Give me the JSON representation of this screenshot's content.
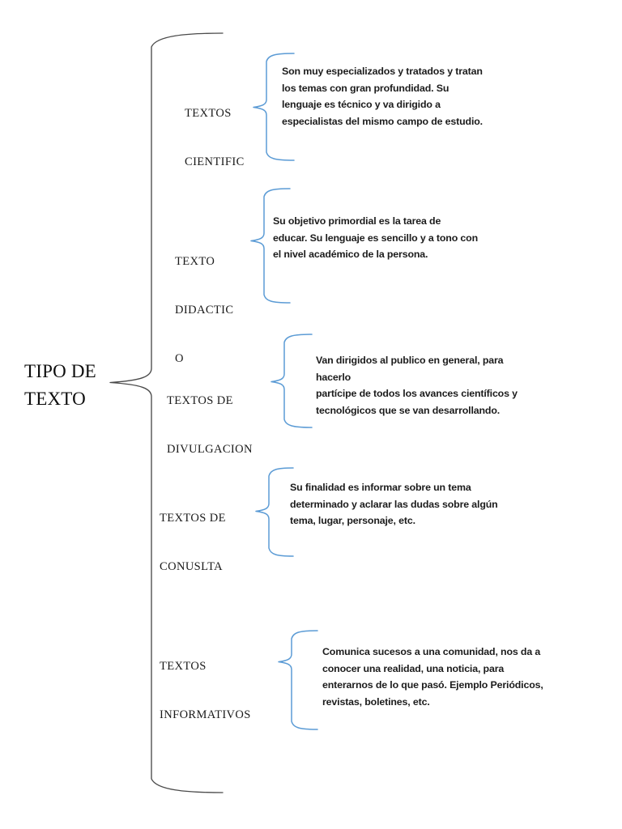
{
  "document": {
    "title": "TIPO DE TEXTO",
    "type": "concept-map-brace-diagram",
    "root_label": "TIPO DE\nTEXTO",
    "root_label_lines": [
      "TIPO DE",
      "TEXTO"
    ],
    "page_background": "#ffffff",
    "main_brace_color": "#3f3f3f",
    "sub_brace_color": "#5b9bd5",
    "heading_text_color": "#1a1a1a",
    "body_text_color": "#1c1c1c"
  },
  "branches": [
    {
      "id": "cientificos",
      "heading": "TEXTOS\nCIENTIFIC",
      "heading_lines": [
        "TEXTOS",
        "CIENTIFIC"
      ],
      "body": "Son muy especializados y tratados y tratan los temas con gran profundidad. Su lenguaje es técnico y va dirigido a especialistas del mismo campo de estudio.",
      "body_lines": [
        "Son muy especializados y tratados y tratan",
        "los temas con gran profundidad. Su",
        "lenguaje es técnico y va dirigido a",
        "especialistas del mismo campo de estudio."
      ]
    },
    {
      "id": "didactico",
      "heading": "TEXTO\nDIDACTIC\nO",
      "heading_lines": [
        "TEXTO",
        "DIDACTIC",
        "O"
      ],
      "body": "Su objetivo primordial es la tarea de educar. Su lenguaje es sencillo y a tono con el nivel académico de la persona.",
      "body_lines": [
        "Su objetivo primordial es la tarea de",
        "educar. Su lenguaje es sencillo y a tono con",
        "el nivel académico de la persona."
      ]
    },
    {
      "id": "divulgacion",
      "heading": "TEXTOS DE\nDIVULGACION",
      "heading_lines": [
        "TEXTOS DE",
        "DIVULGACION"
      ],
      "body": "Van dirigidos al publico en general, para hacerlo partícipe de todos los avances científicos y tecnológicos que se van desarrollando.",
      "body_lines": [
        "Van dirigidos al publico en general, para hacerlo",
        "partícipe de todos los avances científicos y",
        "tecnológicos que se van desarrollando."
      ]
    },
    {
      "id": "consulta",
      "heading": "TEXTOS DE\nCONUSLTA",
      "heading_lines": [
        "TEXTOS DE",
        "CONUSLTA"
      ],
      "body": "Su finalidad es informar sobre un tema determinado y aclarar las dudas sobre algún tema, lugar, personaje, etc.",
      "body_lines": [
        "Su finalidad es informar sobre un tema",
        "determinado y aclarar las dudas sobre algún",
        "tema, lugar, personaje, etc."
      ]
    },
    {
      "id": "informativos",
      "heading": "TEXTOS\nINFORMATIVOS",
      "heading_lines": [
        "TEXTOS",
        "INFORMATIVOS"
      ],
      "body": "Comunica sucesos a una comunidad, nos da a conocer una realidad, una noticia, para enterarnos de lo que pasó. Ejemplo Periódicos, revistas, boletines, etc.",
      "body_lines": [
        "Comunica sucesos a una comunidad, nos da a",
        "conocer una realidad, una noticia, para",
        "enterarnos de lo que pasó. Ejemplo Periódicos,",
        "revistas, boletines, etc."
      ]
    }
  ]
}
